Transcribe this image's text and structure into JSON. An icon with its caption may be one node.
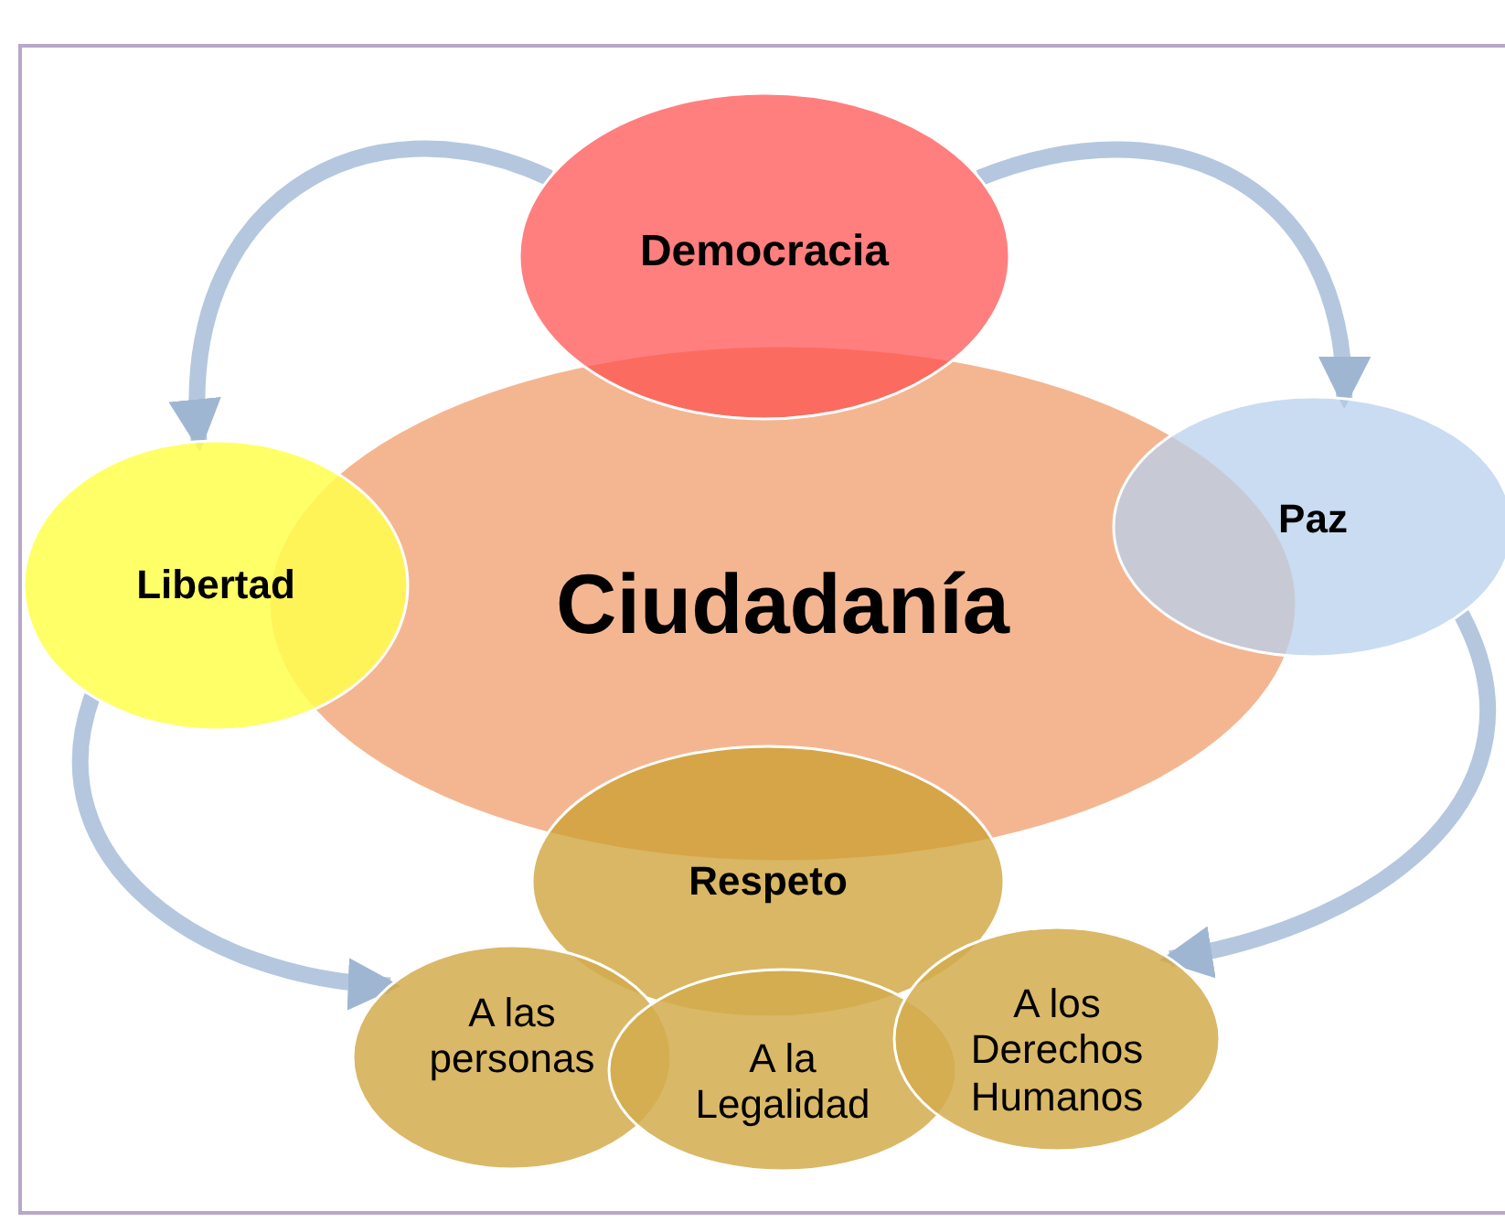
{
  "diagram": {
    "nodes": [
      {
        "text": [
          "Ciudadanía"
        ]
      },
      {
        "text": [
          "Democracia"
        ]
      },
      {
        "text": [
          "Libertad"
        ]
      },
      {
        "text": [
          "Paz"
        ]
      },
      {
        "text": [
          "Respeto"
        ]
      },
      {
        "text": [
          "A las personas"
        ]
      },
      {
        "text": [
          "A la Legalidad"
        ]
      },
      {
        "text": [
          "A los Derechos Humanos"
        ]
      }
    ],
    "edges": [
      {
        "from": 1,
        "to": 2,
        "arrow": "to"
      },
      {
        "from": 1,
        "to": 3,
        "arrow": "to"
      },
      {
        "from": 2,
        "to": 5,
        "arrow": "to"
      },
      {
        "from": 3,
        "to": 7,
        "arrow": "to"
      }
    ]
  }
}
